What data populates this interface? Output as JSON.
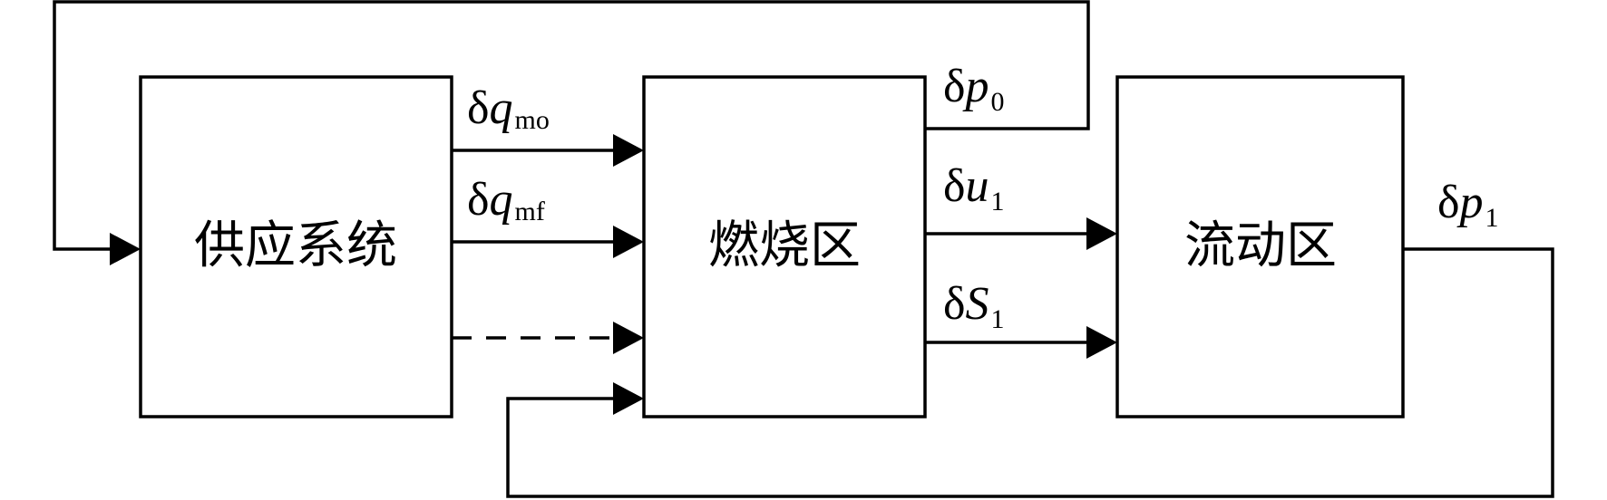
{
  "blocks": {
    "supply": "供应系统",
    "combustion": "燃烧区",
    "flow": "流动区"
  },
  "signals": {
    "q_mo": {
      "prefix": "δ",
      "var": "q",
      "sub": "mo"
    },
    "q_mf": {
      "prefix": "δ",
      "var": "q",
      "sub": "mf"
    },
    "p_0": {
      "prefix": "δ",
      "var": "p",
      "sub": "0"
    },
    "u_1": {
      "prefix": "δ",
      "var": "u",
      "sub": "1"
    },
    "S_1": {
      "prefix": "δ",
      "var": "S",
      "sub": "1"
    },
    "p_1": {
      "prefix": "δ",
      "var": "p",
      "sub": "1"
    }
  },
  "colors": {
    "stroke": "#000000",
    "background": "#ffffff"
  }
}
